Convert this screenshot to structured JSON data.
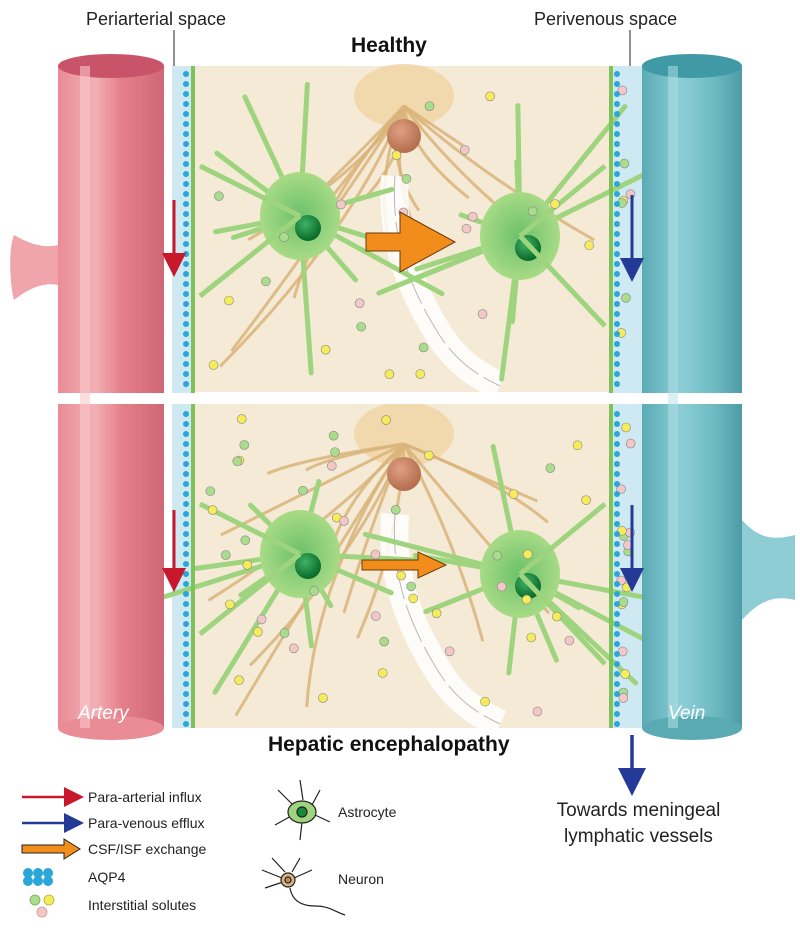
{
  "labels": {
    "periarterial": "Periarterial space",
    "perivenous": "Perivenous space",
    "healthy": "Healthy",
    "hepatic": "Hepatic encephalopathy",
    "artery": "Artery",
    "vein": "Vein",
    "towards_line1": "Towards meningeal",
    "towards_line2": "lymphatic vessels"
  },
  "legend": {
    "para_arterial": "Para-arterial influx",
    "para_venous": "Para-venous efflux",
    "exchange": "CSF/ISF exchange",
    "aqp4": "AQP4",
    "solutes": "Interstitial solutes",
    "astrocyte": "Astrocyte",
    "neuron": "Neuron"
  },
  "colors": {
    "artery": "#e57f8a",
    "artery_top": "#c9546a",
    "vein": "#6fbcc4",
    "vein_top": "#3f9aa6",
    "perivascular": "#cfe9f3",
    "parenchyma": "#f4ead6",
    "astrocyte": "#9fd47e",
    "astro_nucleus": "#178a3a",
    "neuron": "#d9b47a",
    "neuron_soma": "#c8876a",
    "aqp4": "#2aa6d8",
    "influx_arrow": "#c8182c",
    "efflux_arrow": "#243a96",
    "exchange_arrow": "#f28c1a",
    "solute_green": "#a9dd8b",
    "solute_yellow": "#f6ec5a",
    "solute_pink": "#f4c7c7"
  },
  "icons": [
    "arrow-influx-icon",
    "arrow-efflux-icon",
    "arrow-exchange-icon",
    "aqp4-icon",
    "solute-icon",
    "astrocyte-icon",
    "neuron-icon"
  ]
}
